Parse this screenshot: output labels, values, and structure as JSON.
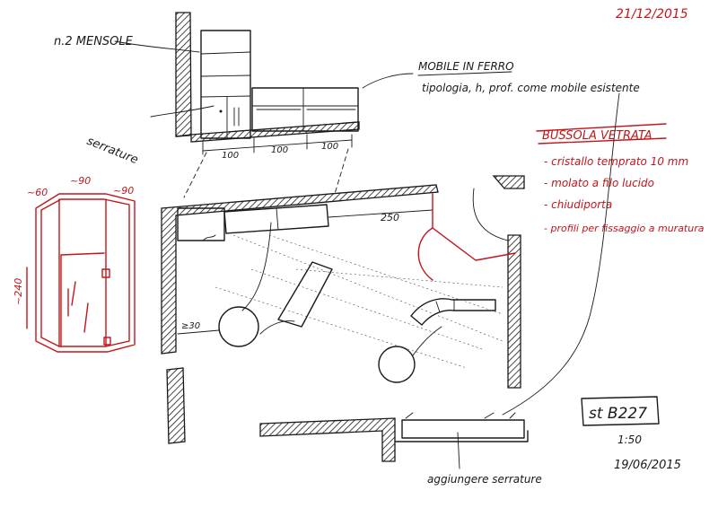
{
  "header": {
    "date_top": "21/12/2015"
  },
  "shelving_elevation": {
    "shelves_label": "n.2 MENSOLE",
    "locks_label": "serrature",
    "dimensions": [
      "100",
      "100",
      "100"
    ]
  },
  "iron_cabinet": {
    "title": "MOBILE IN FERRO",
    "note": "tipologia, h, prof. come mobile esistente"
  },
  "glass_vestibule": {
    "title": "BUSSOLA VETRATA",
    "items": [
      "- cristallo temprato 10 mm",
      "- molato a filo lucido",
      "- chiudiporta",
      "- profili per fissaggio a muratura"
    ]
  },
  "vestibule_sketch": {
    "dim_left": "~60",
    "dim_middle": "~90",
    "dim_right": "~90",
    "dim_height": "~240"
  },
  "plan": {
    "dim_250": "250",
    "dim_30": "≥30",
    "add_locks_label": "aggiungere serrature"
  },
  "stamp": {
    "code": "st B227",
    "scale": "1:50",
    "date_bottom": "19/06/2015"
  },
  "colors": {
    "ink": "#1a1a1a",
    "red_ink": "#c4151b"
  }
}
